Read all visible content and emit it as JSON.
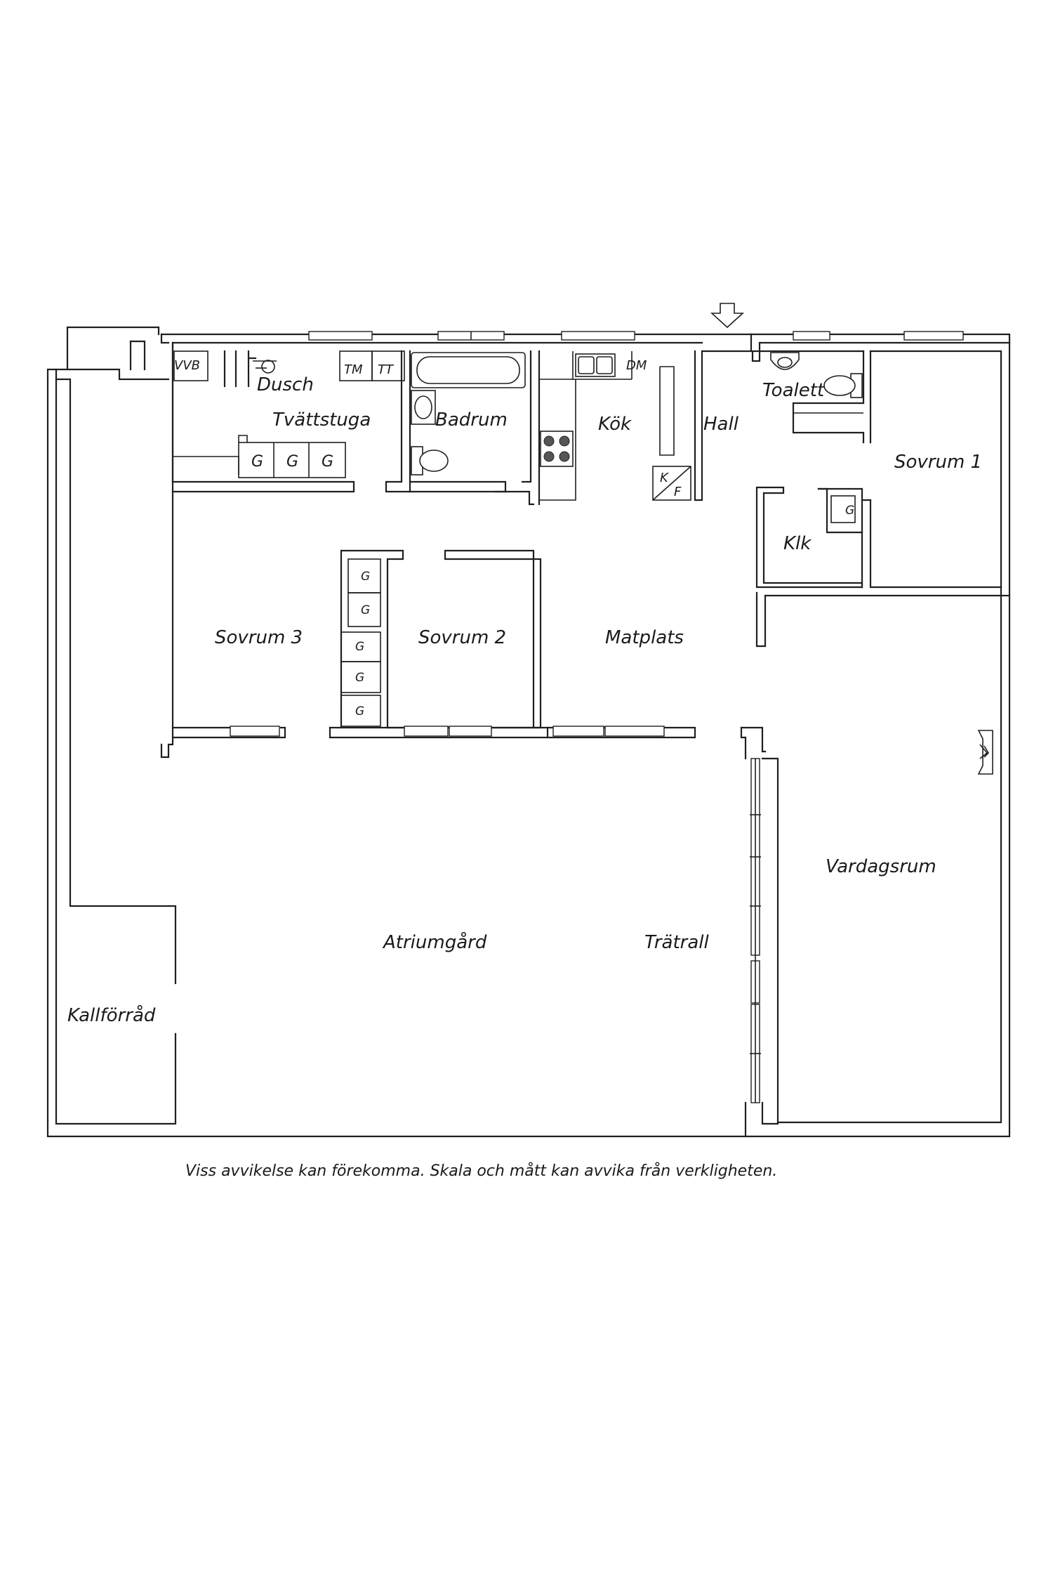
{
  "rooms": {
    "vvb": "VVB",
    "dusch": "Dusch",
    "tm": "TM",
    "tt": "TT",
    "tvattstuga": "Tvättstuga",
    "badrum": "Badrum",
    "kok": "Kök",
    "dm": "DM",
    "k": "K",
    "f": "F",
    "hall": "Hall",
    "toalett": "Toalett",
    "sovrum1": "Sovrum 1",
    "klk": "Klk",
    "sovrum3": "Sovrum 3",
    "sovrum2": "Sovrum 2",
    "matplats": "Matplats",
    "vardagsrum": "Vardagsrum",
    "atriumgard": "Atriumgård",
    "tratrall": "Trätrall",
    "kallforrad": "Kallförråd"
  },
  "wardrobe_label": "G",
  "disclaimer": "Viss avvikelse kan förekomma. Skala och mått kan avvika från verkligheten.",
  "icons": {
    "entrance": "entrance-arrow-icon",
    "fireplace": "fireplace-icon"
  }
}
